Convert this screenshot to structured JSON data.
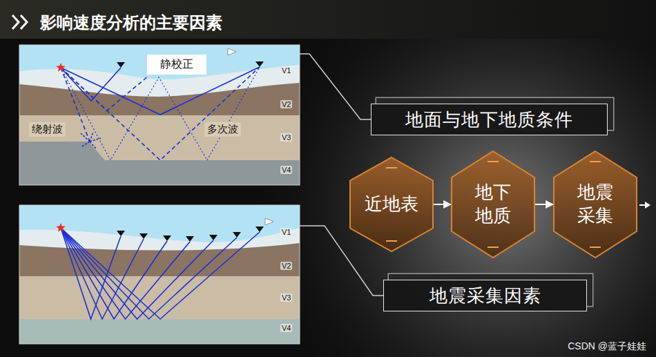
{
  "diagram": {
    "title": "影响速度分析的主要因素",
    "nodes": [
      {
        "text": [
          "绕射波",
          "多次波",
          "V1",
          "V2",
          "V3",
          "V4"
        ]
      },
      {
        "text": [
          "静校正"
        ],
        "in": 0
      },
      {
        "text": [
          "地面与地下地质条件"
        ]
      },
      {
        "text": [
          "近地表"
        ]
      },
      {
        "text": [
          "地下 地质"
        ]
      },
      {
        "text": [
          "地震 采集"
        ]
      },
      {
        "text": [
          "V1",
          "V2",
          "V3",
          "V4"
        ]
      },
      {
        "text": [
          "地震采集因素"
        ]
      }
    ],
    "edges": [
      {
        "from": 0,
        "to": 2,
        "arrow": "none"
      },
      {
        "from": 3,
        "to": 4,
        "arrow": "to"
      },
      {
        "from": 4,
        "to": 5,
        "arrow": "to"
      },
      {
        "from": 6,
        "to": 7,
        "arrow": "none"
      }
    ],
    "labels": [
      "CSDN @蓝子娃娃"
    ]
  }
}
